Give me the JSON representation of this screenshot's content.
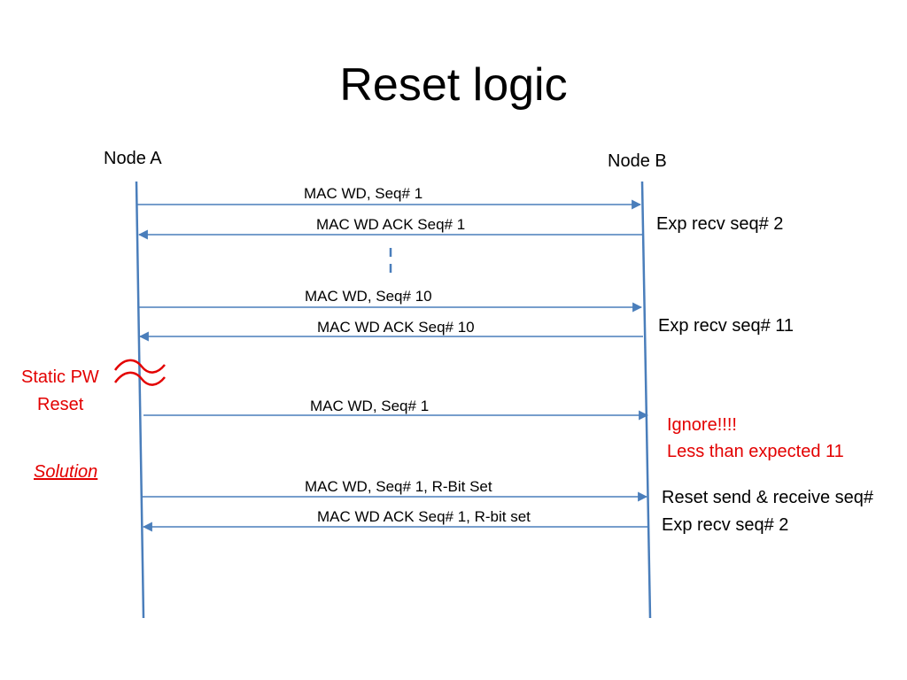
{
  "title": "Reset logic",
  "colors": {
    "line": "#4a7ebb",
    "alert": "#e30000",
    "text": "#000000"
  },
  "nodes": {
    "a": "Node A",
    "b": "Node B"
  },
  "messages": [
    {
      "label": "MAC WD, Seq# 1",
      "direction": "A-to-B"
    },
    {
      "label": "MAC WD ACK Seq# 1",
      "direction": "B-to-A"
    },
    {
      "label": "MAC WD, Seq# 10",
      "direction": "A-to-B"
    },
    {
      "label": "MAC WD ACK Seq# 10",
      "direction": "B-to-A"
    },
    {
      "label": "MAC WD, Seq# 1",
      "direction": "A-to-B"
    },
    {
      "label": "MAC WD, Seq# 1, R-Bit Set",
      "direction": "A-to-B"
    },
    {
      "label": "MAC WD ACK Seq# 1, R-bit set",
      "direction": "B-to-A"
    }
  ],
  "notes": {
    "exp2": "Exp recv seq# 2",
    "exp11": "Exp recv seq# 11",
    "ignore": "Ignore!!!!",
    "less": "Less than expected 11",
    "reset_seq": "Reset send & receive seq#",
    "exp2b": "Exp recv seq# 2"
  },
  "static_pw": {
    "line1": "Static PW",
    "line2": "Reset"
  },
  "solution": "Solution"
}
